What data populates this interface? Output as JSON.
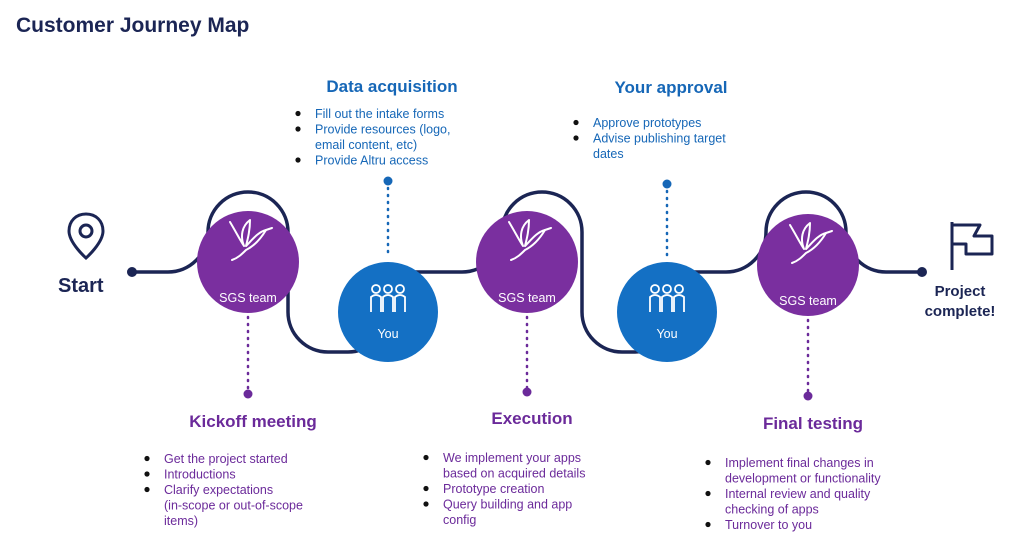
{
  "title": "Customer Journey Map",
  "start_label": "Start",
  "end_label": [
    "Project",
    "complete!"
  ],
  "nodes": [
    {
      "label": "SGS team",
      "kind": "team",
      "color": "#7a2f9f"
    },
    {
      "label": "You",
      "kind": "you",
      "color": "#1470c4"
    },
    {
      "label": "SGS team",
      "kind": "team",
      "color": "#7a2f9f"
    },
    {
      "label": "You",
      "kind": "you",
      "color": "#1470c4"
    },
    {
      "label": "SGS team",
      "kind": "team",
      "color": "#7a2f9f"
    }
  ],
  "stages": [
    {
      "heading": "Kickoff meeting",
      "side": "bottom",
      "color": "#6b2a9a",
      "bullets": [
        [
          "Get the project started"
        ],
        [
          "Introductions"
        ],
        [
          "Clarify expectations",
          " (in-scope or out-of-scope",
          "items)"
        ]
      ]
    },
    {
      "heading": "Data acquisition",
      "side": "top",
      "color": "#1667b7",
      "bullets": [
        [
          "Fill out the intake forms"
        ],
        [
          "Provide resources (logo,",
          "email content, etc)"
        ],
        [
          "Provide Altru access"
        ]
      ]
    },
    {
      "heading": "Execution",
      "side": "bottom",
      "color": "#6b2a9a",
      "bullets": [
        [
          "We implement your apps",
          "based on acquired details"
        ],
        [
          "Prototype creation"
        ],
        [
          "Query building and app",
          "config"
        ]
      ]
    },
    {
      "heading": "Your approval",
      "side": "top",
      "color": "#1667b7",
      "bullets": [
        [
          "Approve prototypes"
        ],
        [
          "Advise publishing target",
          "dates"
        ]
      ]
    },
    {
      "heading": "Final testing",
      "side": "bottom",
      "color": "#6b2a9a",
      "bullets": [
        [
          "Implement final changes in",
          "development or functionality"
        ],
        [
          "Internal review and quality",
          "checking of apps"
        ],
        [
          "Turnover to you"
        ]
      ]
    }
  ],
  "colors": {
    "navy": "#1b2554",
    "purple": "#7a2f9f",
    "blue": "#1470c4"
  },
  "icons": {
    "start": "map-pin-icon",
    "end": "flag-icon",
    "team": "hummingbird-icon",
    "you": "people-group-icon"
  }
}
